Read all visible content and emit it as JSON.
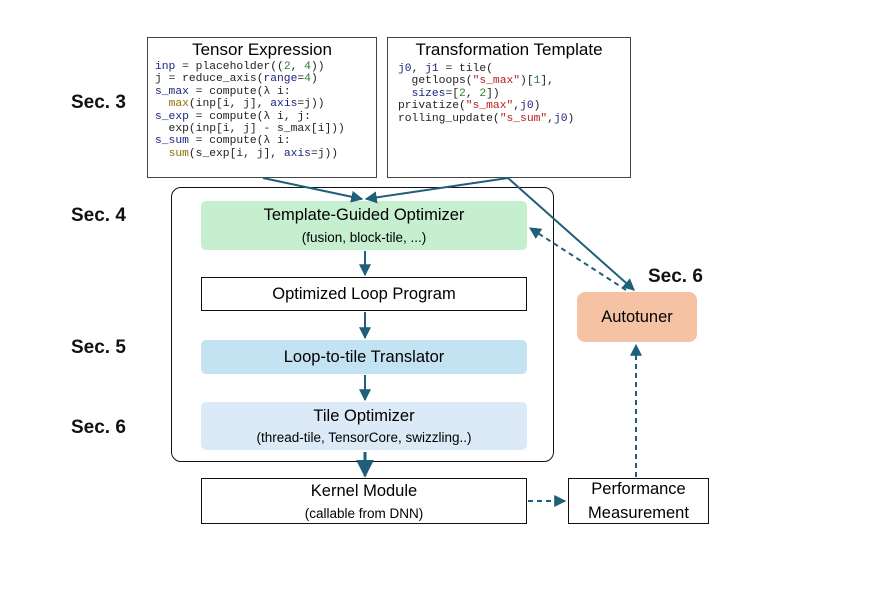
{
  "sections": {
    "sec3": "Sec. 3",
    "sec4": "Sec. 4",
    "sec5": "Sec. 5",
    "sec6_left": "Sec. 6",
    "sec6_right": "Sec. 6"
  },
  "tensor_expression": {
    "title": "Tensor Expression",
    "lines": [
      [
        {
          "t": "inp",
          "c": "kw"
        },
        {
          "t": " = placeholder(("
        },
        {
          "t": "2",
          "c": "num"
        },
        {
          "t": ", "
        },
        {
          "t": "4",
          "c": "num"
        },
        {
          "t": "))"
        }
      ],
      [
        {
          "t": "j = reduce_axis("
        },
        {
          "t": "range",
          "c": "kw"
        },
        {
          "t": "="
        },
        {
          "t": "4",
          "c": "num"
        },
        {
          "t": ")"
        }
      ],
      [
        {
          "t": "s_max",
          "c": "kw"
        },
        {
          "t": " = compute(λ i:"
        }
      ],
      [
        {
          "t": "  "
        },
        {
          "t": "max",
          "c": "fn"
        },
        {
          "t": "(inp[i, j], "
        },
        {
          "t": "axis",
          "c": "kw"
        },
        {
          "t": "=j))"
        }
      ],
      [
        {
          "t": "s_exp",
          "c": "kw"
        },
        {
          "t": " = compute(λ i, j:"
        }
      ],
      [
        {
          "t": "  exp(inp[i, j] - s_max[i]))"
        }
      ],
      [
        {
          "t": "s_sum",
          "c": "kw"
        },
        {
          "t": " = compute(λ i:"
        }
      ],
      [
        {
          "t": "  "
        },
        {
          "t": "sum",
          "c": "fn"
        },
        {
          "t": "(s_exp[i, j], "
        },
        {
          "t": "axis",
          "c": "kw"
        },
        {
          "t": "=j))"
        }
      ]
    ]
  },
  "transformation_template": {
    "title": "Transformation Template",
    "lines": [
      [
        {
          "t": "j0",
          "c": "kw"
        },
        {
          "t": ", "
        },
        {
          "t": "j1",
          "c": "kw"
        },
        {
          "t": " = tile("
        }
      ],
      [
        {
          "t": "  getloops("
        },
        {
          "t": "\"s_max\"",
          "c": "str"
        },
        {
          "t": ")["
        },
        {
          "t": "1",
          "c": "num"
        },
        {
          "t": "],"
        }
      ],
      [
        {
          "t": "  "
        },
        {
          "t": "sizes",
          "c": "kw"
        },
        {
          "t": "=["
        },
        {
          "t": "2",
          "c": "num"
        },
        {
          "t": ", "
        },
        {
          "t": "2",
          "c": "num"
        },
        {
          "t": "])"
        }
      ],
      [
        {
          "t": "privatize("
        },
        {
          "t": "\"s_max\"",
          "c": "str"
        },
        {
          "t": ","
        },
        {
          "t": "j0",
          "c": "kw"
        },
        {
          "t": ")"
        }
      ],
      [
        {
          "t": "rolling_update("
        },
        {
          "t": "\"s_sum\"",
          "c": "str"
        },
        {
          "t": ","
        },
        {
          "t": "j0",
          "c": "kw"
        },
        {
          "t": ")"
        }
      ]
    ]
  },
  "template_guided_optimizer": {
    "title": "Template-Guided Optimizer",
    "subtitle": "(fusion, block-tile, ...)"
  },
  "optimized_loop_program": {
    "title": "Optimized Loop Program"
  },
  "loop_to_tile_translator": {
    "title": "Loop-to-tile Translator"
  },
  "tile_optimizer": {
    "title": "Tile Optimizer",
    "subtitle": "(thread-tile, TensorCore, swizzling..)"
  },
  "kernel_module": {
    "title": "Kernel Module",
    "subtitle": "(callable from DNN)"
  },
  "performance_measurement": {
    "line1": "Performance",
    "line2": "Measurement"
  },
  "autotuner": {
    "title": "Autotuner"
  },
  "colors": {
    "arrow": "#1f5f7a",
    "optimizer_fill": "#c6efcf",
    "translator_fill": "#c3e3f3",
    "tile_opt_fill": "#dce9f6",
    "autotuner_fill": "#f5c3a3",
    "outline": "#111111"
  }
}
